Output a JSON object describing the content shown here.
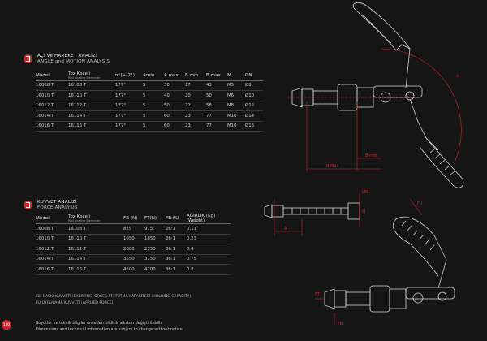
{
  "section1": {
    "title_tr": "AÇI ve HAREKET ANALİZİ",
    "title_en": "ANGLE and MOTION ANALYSIS",
    "headers": {
      "model": "Model",
      "toz": "Toz Keçeli",
      "toz_sub": "Rod Sealing Elemente",
      "angle": "α°(+-2°)",
      "amin": "Amin",
      "amax": "A max",
      "bmin": "B min",
      "bmax": "B max",
      "m": "M",
      "on": "ØN"
    },
    "rows": [
      {
        "model": "16008 T",
        "toz": "16108 T",
        "angle": "177°",
        "amin": "5",
        "amax": "30",
        "bmin": "17",
        "bmax": "43",
        "m": "M5",
        "on": "Ø8"
      },
      {
        "model": "16010 T",
        "toz": "16110 T",
        "angle": "177°",
        "amin": "5",
        "amax": "40",
        "bmin": "20",
        "bmax": "50",
        "m": "M6",
        "on": "Ø10"
      },
      {
        "model": "16012 T",
        "toz": "16112 T",
        "angle": "177°",
        "amin": "5",
        "amax": "50",
        "bmin": "22",
        "bmax": "58",
        "m": "M8",
        "on": "Ø12"
      },
      {
        "model": "16014 T",
        "toz": "16114 T",
        "angle": "177°",
        "amin": "5",
        "amax": "60",
        "bmin": "23",
        "bmax": "77",
        "m": "M10",
        "on": "Ø14"
      },
      {
        "model": "16016 T",
        "toz": "16116 T",
        "angle": "177°",
        "amin": "5",
        "amax": "60",
        "bmin": "23",
        "bmax": "77",
        "m": "M10",
        "on": "Ø16"
      }
    ]
  },
  "section2": {
    "title_tr": "KUVVET ANALİZİ",
    "title_en": "FORCE ANALYSIS",
    "headers": {
      "model": "Model",
      "toz": "Toz Keçeli",
      "toz_sub": "Rod Sealing Elemente",
      "fb": "FB (N)",
      "ft": "FT(N)",
      "fbfu": "FB:FU",
      "weight": "AĞIRLIK (Kg)",
      "weight_en": "(Weight)"
    },
    "rows": [
      {
        "model": "16008 T",
        "toz": "16108 T",
        "fb": "825",
        "ft": "975",
        "fbfu": "26:1",
        "w": "0.11"
      },
      {
        "model": "16010 T",
        "toz": "16110 T",
        "fb": "1650",
        "ft": "1850",
        "fbfu": "26:1",
        "w": "0.23"
      },
      {
        "model": "16012 T",
        "toz": "16112 T",
        "fb": "2600",
        "ft": "2750",
        "fbfu": "36:1",
        "w": "0.4"
      },
      {
        "model": "16014 T",
        "toz": "16114 T",
        "fb": "3550",
        "ft": "3750",
        "fbfu": "36:1",
        "w": "0.75"
      },
      {
        "model": "16016 T",
        "toz": "16116 T",
        "fb": "4600",
        "ft": "4700",
        "fbfu": "36:1",
        "w": "0.8"
      }
    ]
  },
  "legend": {
    "line1": "FB: BASKI KUVVETİ (EXERTINGFORCE), FT: TUTMA KAPASİTESİ (HOLDING CAPACITY)",
    "line2": "FU:UYGULAMA KUVVETİ (APPLIED FORCE)"
  },
  "footer": {
    "line1": "Boyutlar ve teknik bilgiler önceden bildirilmeksizin değiştirilebilir.",
    "line2": "Dimensions and technical information are subject to change without notice"
  },
  "page_number": "190",
  "drawing_labels": {
    "alpha": "α",
    "b_min": "B min",
    "b_max": "B Max",
    "on": "ØN",
    "m": "M",
    "a": "A",
    "fu": "FU",
    "ft": "FT",
    "fb": "FB"
  },
  "colors": {
    "accent": "#c8262d",
    "background": "#151515"
  }
}
